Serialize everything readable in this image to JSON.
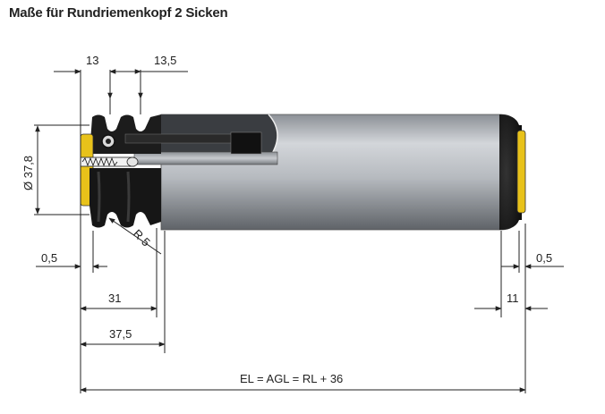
{
  "title": "Maße für Rundriemenkopf 2 Sicken",
  "dimensions": {
    "groove1_pos": "13",
    "groove2_pos": "13,5",
    "diameter": "Ø 37,8",
    "radius": "R 5",
    "offset_left": "0,5",
    "offset_right": "0,5",
    "length_31": "31",
    "length_37_5": "37,5",
    "length_11": "11",
    "overall": "EL = AGL = RL + 36"
  },
  "colors": {
    "tube_light": "#c9ccd0",
    "tube_dark": "#6f7378",
    "black_part": "#1c1c1c",
    "yellow_part": "#e8c21a"
  }
}
